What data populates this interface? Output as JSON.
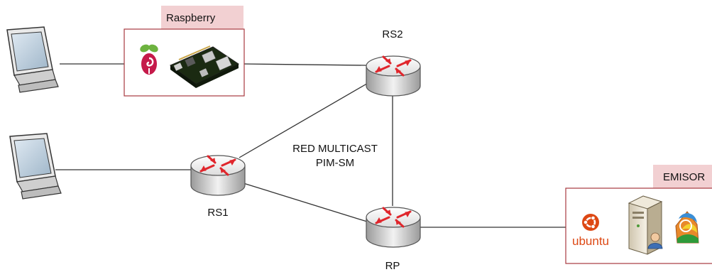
{
  "network": {
    "center_label_line1": "RED MULTICAST",
    "center_label_line2": "PIM-SM"
  },
  "routers": {
    "rs2": "RS2",
    "rs1": "RS1",
    "rp": "RP"
  },
  "groups": {
    "raspberry": {
      "tag": "Raspberry"
    },
    "emisor": {
      "tag": "EMISOR",
      "os_label": "ubuntu"
    }
  },
  "colors": {
    "tag_bg": "#f2d0d2",
    "box_border": "#a83a3f",
    "router_arrow": "#e0262c",
    "ubuntu_orange": "#dd4814"
  },
  "icons": [
    "monitor-icon",
    "raspberry-pi-logo-icon",
    "raspberry-board-icon",
    "router-icon",
    "ubuntu-logo-icon",
    "server-icon",
    "user-icon",
    "vlc-player-icon"
  ]
}
